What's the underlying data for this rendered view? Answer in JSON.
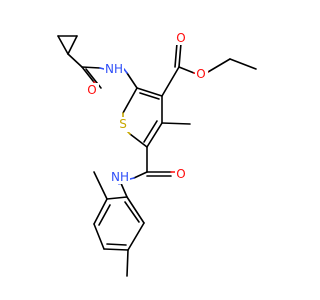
{
  "structure": {
    "atom_labels": {
      "o_amide_cyclopropyl": "O",
      "n_amide_cyclopropyl": "NH",
      "o_ester_carbonyl": "O",
      "o_ester_ether": "O",
      "s_thiophene": "S",
      "o_amide_aryl": "O",
      "n_amide_aryl": "NH"
    },
    "colors": {
      "bond": "#000000",
      "oxygen": "#ff0d0d",
      "nitrogen": "#3050f8",
      "sulfur": "#c8a800",
      "background": "#ffffff"
    }
  }
}
